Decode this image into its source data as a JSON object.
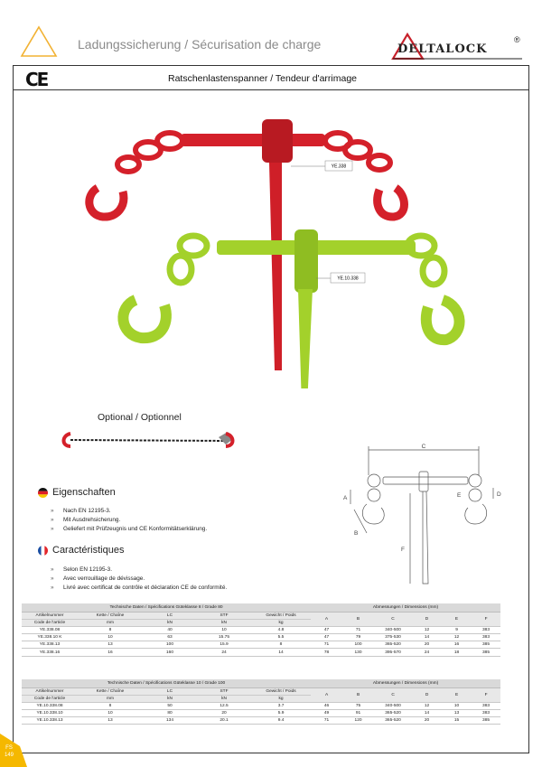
{
  "header": {
    "title": "Ladungssicherung / Sécurisation de charge",
    "brand": "DELTALOCK",
    "brand_reg": "®"
  },
  "page_title": "Ratschenlastenspanner / Tendeur d'arrimage",
  "ce_mark": "CE",
  "callouts": {
    "red": "YE.338",
    "green": "YE.10.338"
  },
  "optional_label": "Optional / Optionnel",
  "diagram": {
    "labels": [
      "A",
      "B",
      "C",
      "D",
      "E",
      "F"
    ]
  },
  "eigenschaften": {
    "heading": "Eigenschaften",
    "items": [
      "Nach EN 12195-3.",
      "Mit Ausdrehsicherung.",
      "Geliefert mit Prüfzeugnis und CE Konformitätserklärung."
    ]
  },
  "caracteristiques": {
    "heading": "Caractéristiques",
    "items": [
      "Selon EN 12195-3.",
      "Avec verrouillage de dévissage.",
      "Livré avec certificat de contrôle et déclaration CE de conformité."
    ]
  },
  "table1": {
    "spec_header": "Technische Daten / Spécifications  Güteklasse 8 / Grade 80",
    "dim_header": "Abmessungen / Dimensions (mm)",
    "col_labels": [
      "Artikelnummer",
      "Kette / Chaîne",
      "LC",
      "STF",
      "Gewicht / Poids"
    ],
    "col_labels_fr": [
      "Code de l'article",
      "mm",
      "kN",
      "kN",
      "kg"
    ],
    "dim_labels": [
      "A",
      "B",
      "C",
      "D",
      "E",
      "F"
    ],
    "rows": [
      [
        "YE.338.08",
        "8",
        "40",
        "10",
        "4.8",
        "47",
        "71",
        "340-500",
        "12",
        "9",
        "383"
      ],
      [
        "YE.338.10 K",
        "10",
        "63",
        "15.75",
        "5.5",
        "47",
        "79",
        "375-530",
        "14",
        "12",
        "383"
      ],
      [
        "YE.338.13",
        "13",
        "100",
        "15.9",
        "8",
        "71",
        "100",
        "365-520",
        "20",
        "16",
        "385"
      ],
      [
        "YE.338.16",
        "16",
        "160",
        "24",
        "14",
        "78",
        "130",
        "395-570",
        "24",
        "18",
        "385"
      ]
    ]
  },
  "table2": {
    "spec_header": "Technische Daten / Spécifications  Güteklasse 10 / Grade 100",
    "dim_header": "Abmessungen / Dimensions (mm)",
    "col_labels": [
      "Artikelnummer",
      "Kette / Chaîne",
      "LC",
      "STF",
      "Gewicht / Poids"
    ],
    "col_labels_fr": [
      "Code de l'article",
      "mm",
      "kN",
      "kN",
      "kg"
    ],
    "dim_labels": [
      "A",
      "B",
      "C",
      "D",
      "E",
      "F"
    ],
    "rows": [
      [
        "YE.10.338.08",
        "8",
        "50",
        "12.5",
        "3.7",
        "46",
        "75",
        "340-500",
        "12",
        "10",
        "383"
      ],
      [
        "YE.10.338.10",
        "10",
        "80",
        "20",
        "5.9",
        "49",
        "91",
        "365-520",
        "14",
        "13",
        "383"
      ],
      [
        "YE.10.338.13",
        "13",
        "134",
        "20.1",
        "9.4",
        "71",
        "120",
        "365-520",
        "20",
        "15",
        "385"
      ]
    ]
  },
  "page_corner": {
    "section": "FS",
    "number": "149"
  },
  "colors": {
    "red_product": "#d4202a",
    "green_product": "#a3d12b",
    "warning_yellow": "#f2b233",
    "brand_red": "#c8202a",
    "page_corner": "#f5b800"
  }
}
